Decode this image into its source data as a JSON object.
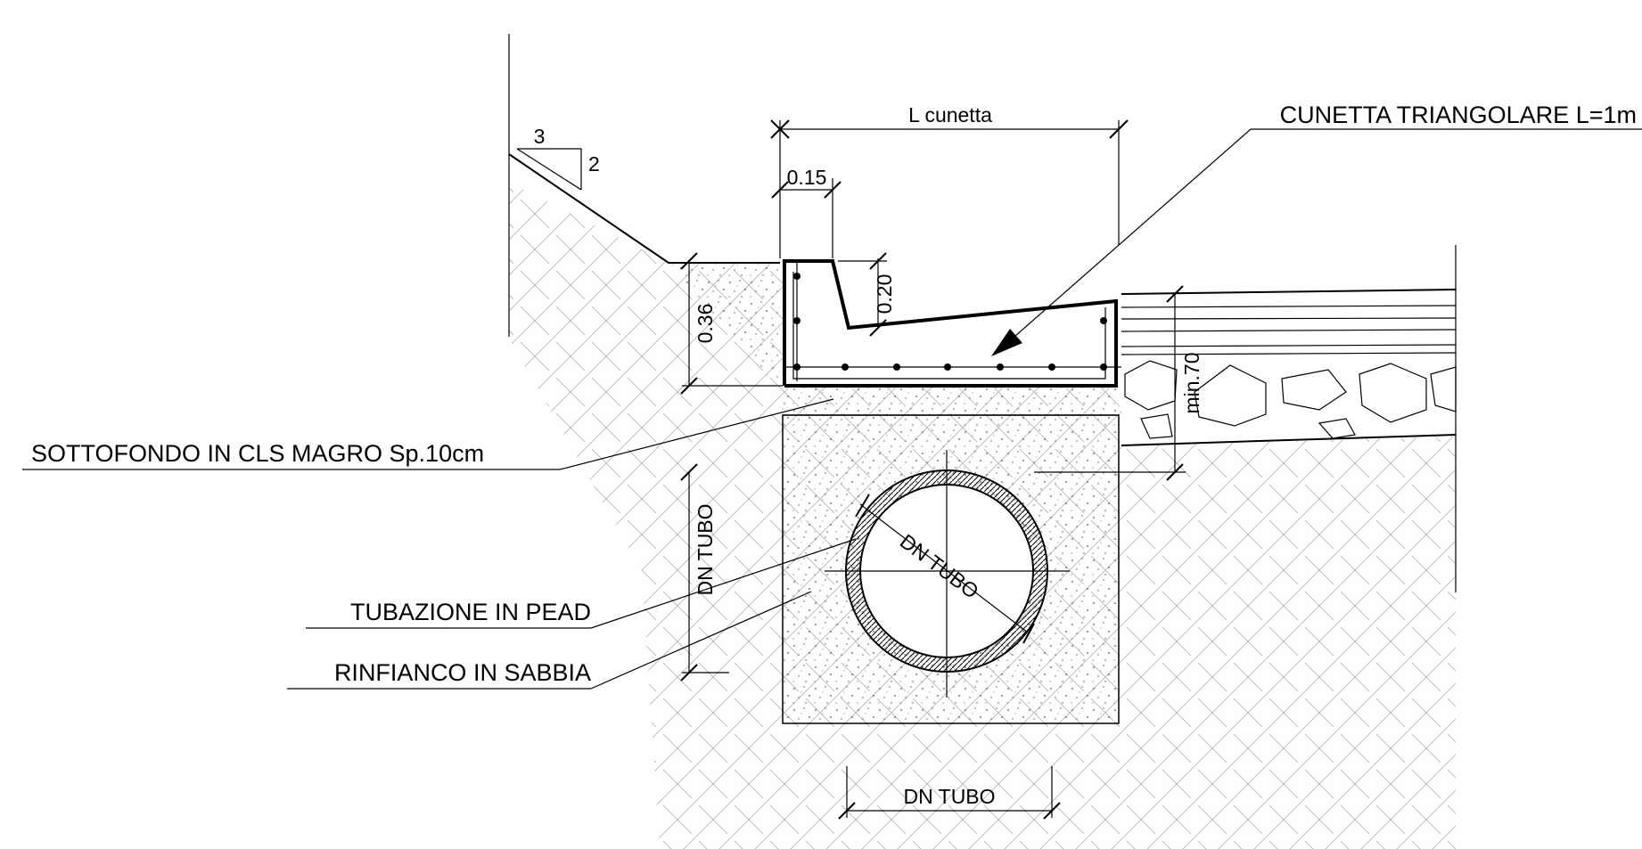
{
  "labels": {
    "cunetta": "CUNETTA TRIANGOLARE L=1m",
    "sottofondo": "SOTTOFONDO IN CLS MAGRO Sp.10cm",
    "tubazione": "TUBAZIONE IN PEAD",
    "rinfianco": "RINFIANCO IN SABBIA"
  },
  "dimensions": {
    "l_cunetta": "L cunetta",
    "d015": "0.15",
    "d020": "0.20",
    "d036": "0.36",
    "min70": "min.70",
    "dn_left": "DN TUBO",
    "dn_bottom": "DN TUBO",
    "dn_pipe": "DN TUBO"
  },
  "slope": {
    "run": "3",
    "rise": "2"
  },
  "colors": {
    "line": "#000000",
    "hatch": "#bfbfbf",
    "speckle": "#555555"
  }
}
